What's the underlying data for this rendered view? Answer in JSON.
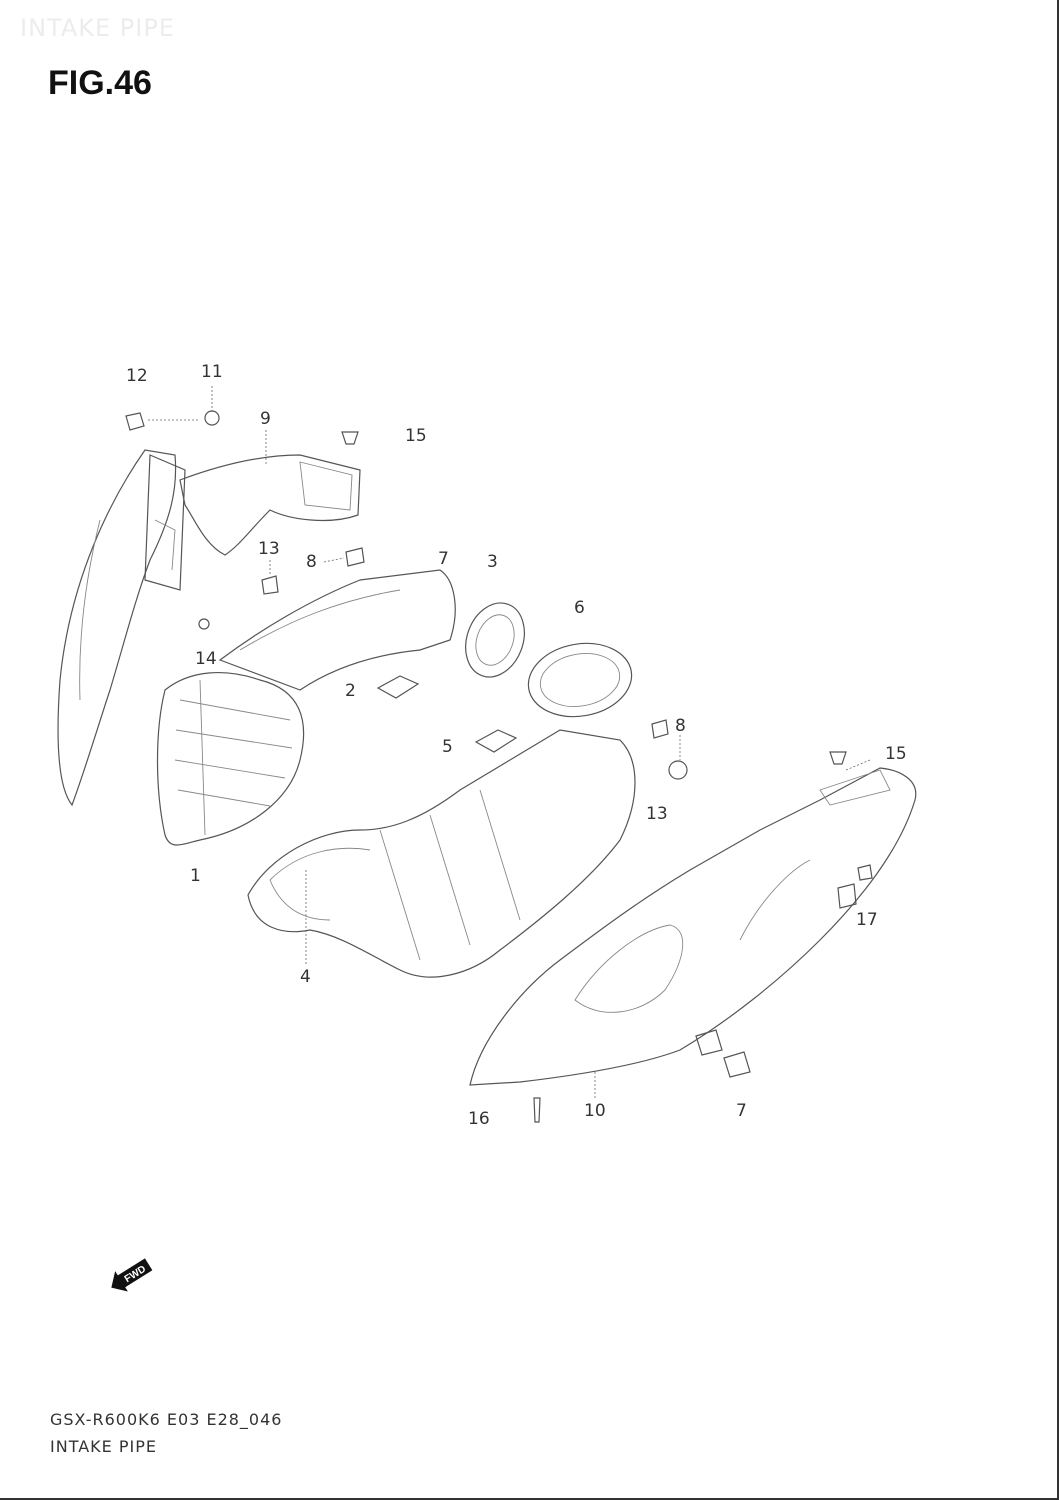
{
  "header": {
    "watermark": "INTAKE PIPE",
    "figure_title": "FIG.46"
  },
  "footer": {
    "model_code": "GSX-R600K6 E03 E28_046",
    "section_name": "INTAKE PIPE"
  },
  "fwd_arrow_label": "FWD",
  "callouts": [
    "12",
    "11",
    "9",
    "15",
    "13",
    "8",
    "7",
    "3",
    "6",
    "14",
    "2",
    "8",
    "5",
    "13",
    "15",
    "1",
    "17",
    "4",
    "16",
    "10",
    "7"
  ]
}
